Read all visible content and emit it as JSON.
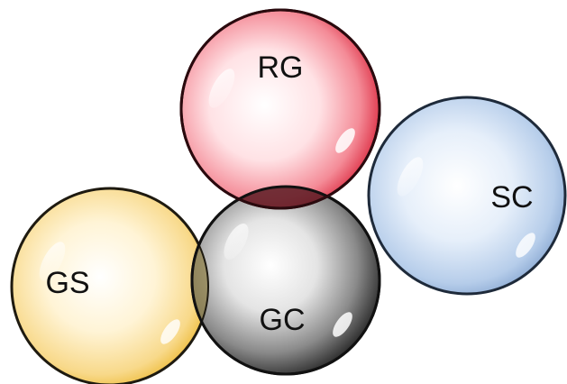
{
  "diagram": {
    "bubbles": [
      {
        "id": "rg",
        "label": "RG",
        "color": "#e8384f",
        "edge": "#b5202f"
      },
      {
        "id": "sc",
        "label": "SC",
        "color": "#8fb3e0",
        "edge": "#3d5f8f"
      },
      {
        "id": "gs",
        "label": "GS",
        "color": "#f5c242",
        "edge": "#b88a10"
      },
      {
        "id": "gc",
        "label": "GC",
        "color": "#4a4a4a",
        "edge": "#111111"
      }
    ]
  }
}
